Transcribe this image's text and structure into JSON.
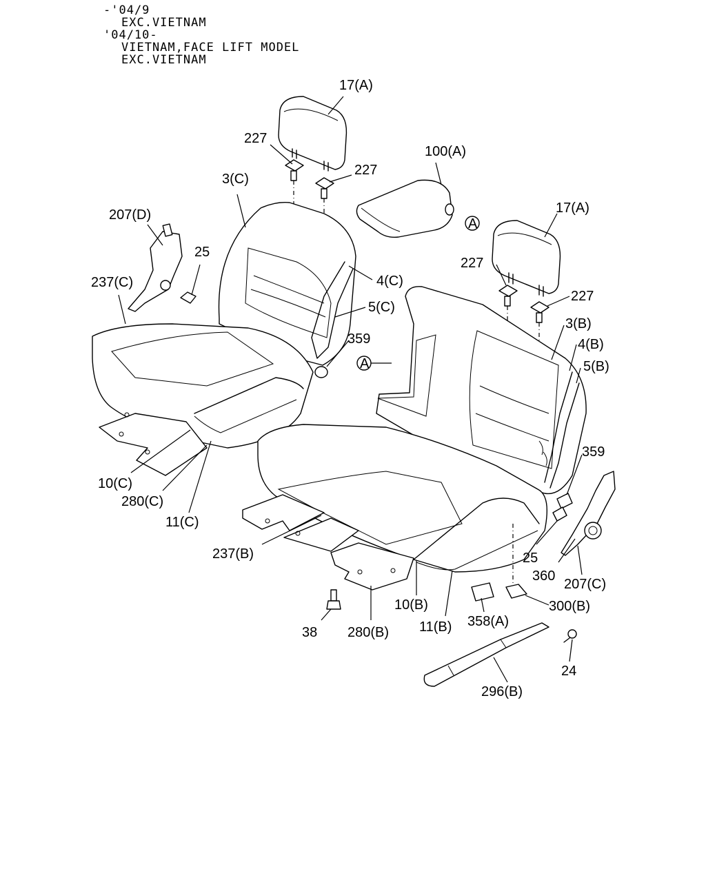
{
  "header_notes": [
    "-'04/9",
    "EXC.VIETNAM",
    "'04/10-",
    "VIETNAM,FACE LIFT MODEL",
    "EXC.VIETNAM"
  ],
  "callouts": [
    {
      "id": "c1",
      "text": "17(A)"
    },
    {
      "id": "c2",
      "text": "227"
    },
    {
      "id": "c3",
      "text": "227"
    },
    {
      "id": "c4",
      "text": "100(A)"
    },
    {
      "id": "c5",
      "text": "3(C)"
    },
    {
      "id": "c6",
      "text": "207(D)"
    },
    {
      "id": "c7",
      "text": "25"
    },
    {
      "id": "c8",
      "text": "237(C)"
    },
    {
      "id": "c9",
      "text": "4(C)"
    },
    {
      "id": "c10",
      "text": "5(C)"
    },
    {
      "id": "c11",
      "text": "359"
    },
    {
      "id": "c12",
      "text": "17(A)"
    },
    {
      "id": "c13",
      "text": "227"
    },
    {
      "id": "c14",
      "text": "227"
    },
    {
      "id": "c15",
      "text": "3(B)"
    },
    {
      "id": "c16",
      "text": "4(B)"
    },
    {
      "id": "c17",
      "text": "5(B)"
    },
    {
      "id": "c18",
      "text": "359"
    },
    {
      "id": "c19",
      "text": "10(C)"
    },
    {
      "id": "c20",
      "text": "280(C)"
    },
    {
      "id": "c21",
      "text": "11(C)"
    },
    {
      "id": "c22",
      "text": "237(B)"
    },
    {
      "id": "c23",
      "text": "25"
    },
    {
      "id": "c24",
      "text": "360"
    },
    {
      "id": "c25",
      "text": "207(C)"
    },
    {
      "id": "c26",
      "text": "10(B)"
    },
    {
      "id": "c27",
      "text": "11(B)"
    },
    {
      "id": "c28",
      "text": "358(A)"
    },
    {
      "id": "c29",
      "text": "300(B)"
    },
    {
      "id": "c30",
      "text": "38"
    },
    {
      "id": "c31",
      "text": "280(B)"
    },
    {
      "id": "c32",
      "text": "24"
    },
    {
      "id": "c33",
      "text": "296(B)"
    }
  ],
  "reference_marks": [
    "A",
    "A"
  ]
}
